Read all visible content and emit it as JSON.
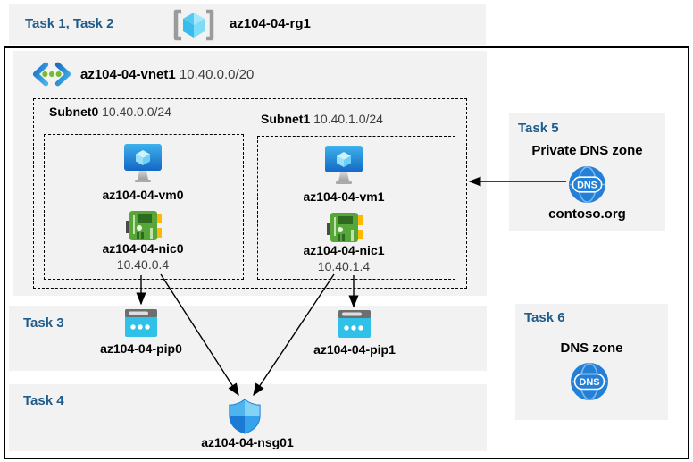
{
  "colors": {
    "band_bg": "#f2f2f2",
    "task_label_blue": "#1f5c8b",
    "arrow_black": "#000000",
    "dns_blue": "#2380d6",
    "pip_cyan": "#2fc1e7",
    "nic_green": "#57a639",
    "vm_blue": "#1467c5",
    "nsg_blue": "#1b7bd4"
  },
  "tasks_band": {
    "label": "Task 1, Task 2",
    "resource_group": "az104-04-rg1"
  },
  "vnet": {
    "name": "az104-04-vnet1",
    "cidr": "10.40.0.0/20",
    "subnets": [
      {
        "name": "Subnet0",
        "cidr": "10.40.0.0/24",
        "vm": "az104-04-vm0",
        "nic": "az104-04-nic0",
        "ip": "10.40.0.4"
      },
      {
        "name": "Subnet1",
        "cidr": "10.40.1.0/24",
        "vm": "az104-04-vm1",
        "nic": "az104-04-nic1",
        "ip": "10.40.1.4"
      }
    ]
  },
  "task3": {
    "label": "Task 3",
    "pip0": "az104-04-pip0",
    "pip1": "az104-04-pip1"
  },
  "task4": {
    "label": "Task 4",
    "nsg": "az104-04-nsg01"
  },
  "task5": {
    "label": "Task 5",
    "title": "Private DNS zone",
    "zone": "contoso.org"
  },
  "task6": {
    "label": "Task 6",
    "title": "DNS zone"
  },
  "dns_icon_text": "DNS"
}
